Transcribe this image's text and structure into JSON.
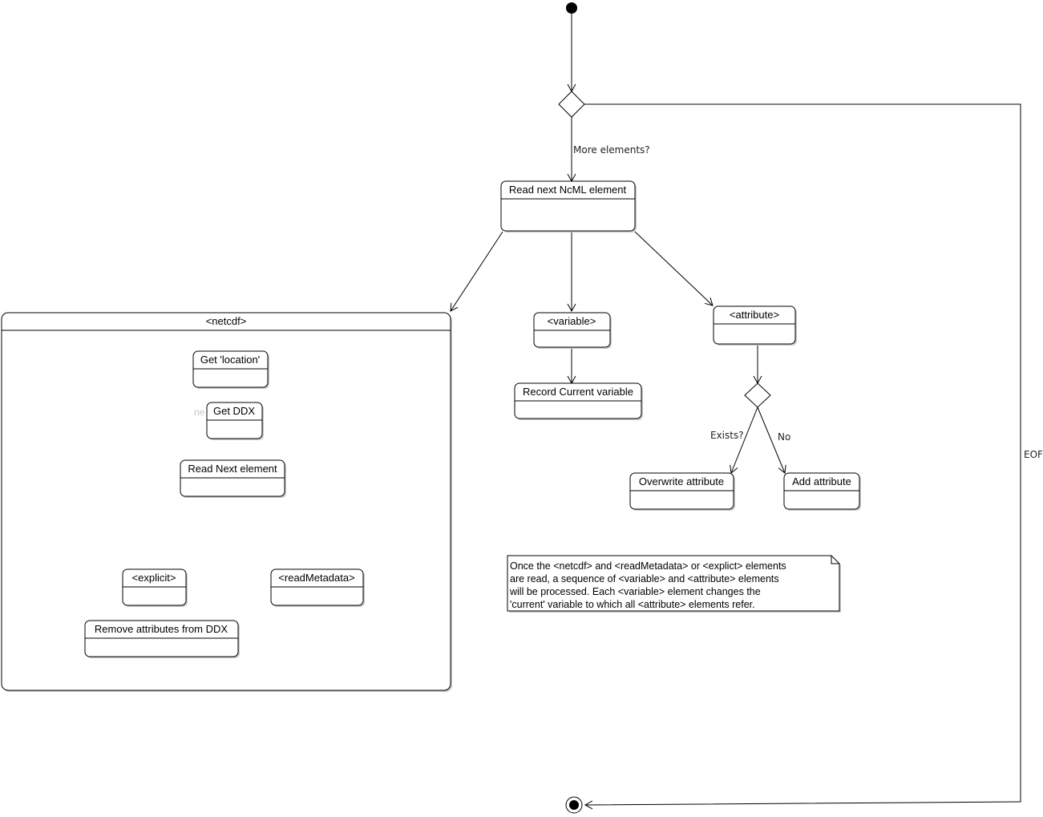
{
  "nodes": {
    "read_next_ncml": "Read next NcML element",
    "netcdf": "<netcdf>",
    "variable": "<variable>",
    "attribute": "<attribute>",
    "get_location": "Get 'location'",
    "get_ddx": "Get DDX",
    "read_next_element": "Read Next element",
    "explicit": "<explicit>",
    "read_metadata": "<readMetadata>",
    "remove_attributes": "Remove attributes from DDX",
    "record_current_variable": "Record Current variable",
    "overwrite_attribute": "Overwrite attribute",
    "add_attribute": "Add attribute"
  },
  "edge_labels": {
    "more_elements": "More elements?",
    "eof": "EOF",
    "exists": "Exists?",
    "no": "No"
  },
  "note": {
    "lines": [
      "Once the <netcdf> and <readMetadata> or <explict> elements",
      "are read, a sequence of <variable> and <attribute> elements",
      "will be processed. Each <variable> element changes the",
      "'current' variable to which all <attribute> elements refer."
    ]
  },
  "ghost_text": "ne                ate",
  "colors": {
    "stroke": "#000000",
    "shadow": "#c8c8c8",
    "background": "#ffffff"
  }
}
